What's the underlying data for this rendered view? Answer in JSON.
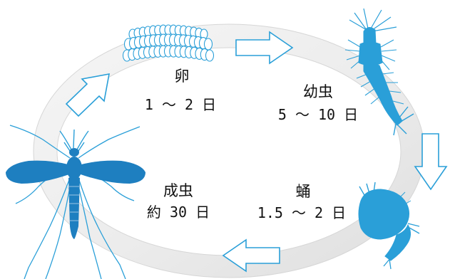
{
  "colors": {
    "creature": "#2a9fd8",
    "creature_dark": "#1e7fc0",
    "arrow_outline": "#2a9fd8",
    "ring_fill": "#eeeeee",
    "ring_edge": "#d4d4d4",
    "text": "#111111"
  },
  "stages": {
    "egg": {
      "name": "卵",
      "duration": "1 ～ 2 日",
      "icon": "egg-raft-icon"
    },
    "larva": {
      "name": "幼虫",
      "duration": "5 ～ 10 日",
      "icon": "larva-icon"
    },
    "pupa": {
      "name": "蛹",
      "duration": "1.5 ～ 2 日",
      "icon": "pupa-icon"
    },
    "adult": {
      "name": "成虫",
      "duration": "約 30 日",
      "icon": "mosquito-icon"
    }
  },
  "arrows": [
    "arrow-right-icon",
    "arrow-down-icon",
    "arrow-left-icon",
    "arrow-up-right-icon"
  ]
}
